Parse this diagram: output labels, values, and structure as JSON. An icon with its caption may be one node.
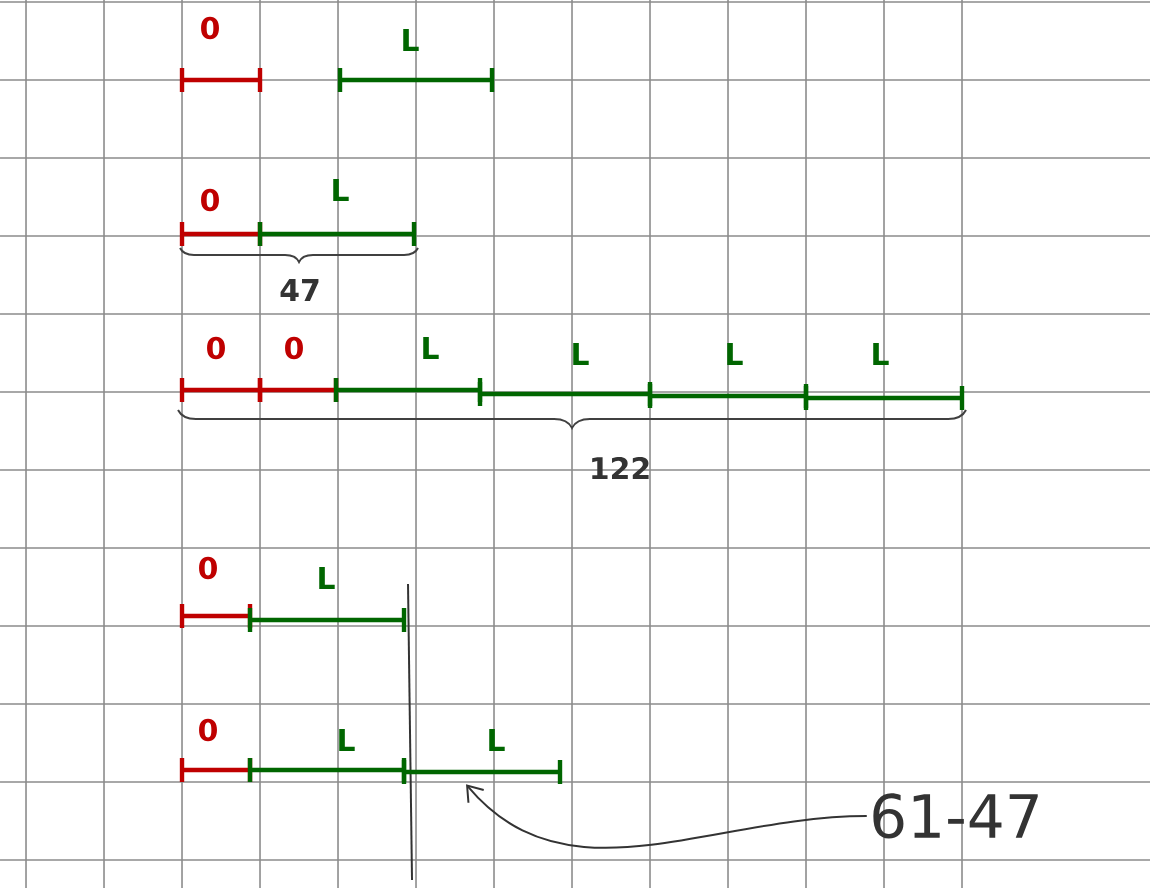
{
  "diagram": {
    "nodes": [
      {
        "text": [
          "61-47"
        ]
      },
      {
        "text": [],
        "shape": "bar"
      }
    ],
    "edges": [
      {
        "from": 0,
        "to": 1,
        "arrow": "to"
      }
    ],
    "labels": [
      "0",
      "L",
      "0",
      "L",
      "47",
      "0",
      "0",
      "L",
      "L",
      "L",
      "L",
      "122",
      "0",
      "L",
      "0",
      "L",
      "L"
    ]
  }
}
